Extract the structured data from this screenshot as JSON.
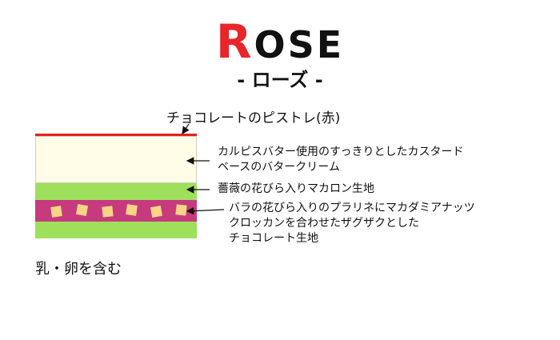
{
  "title": {
    "first_letter": "R",
    "rest": "OSE"
  },
  "subtitle": "- ローズ -",
  "layers": {
    "glaze": "チョコレートのピストレ(赤)",
    "cream": [
      "カルピスバター使用のすっきりとしたカスタード",
      "ベースのバタークリーム"
    ],
    "macaron": "薔薇の花びら入りマカロン生地",
    "praline": [
      "バラの花びら入りのプラリネにマカダミアナッツ",
      "クロッカンを合わせたザグザクとした",
      "チョコレート生地"
    ]
  },
  "allergen_note": "乳・卵を含む"
}
